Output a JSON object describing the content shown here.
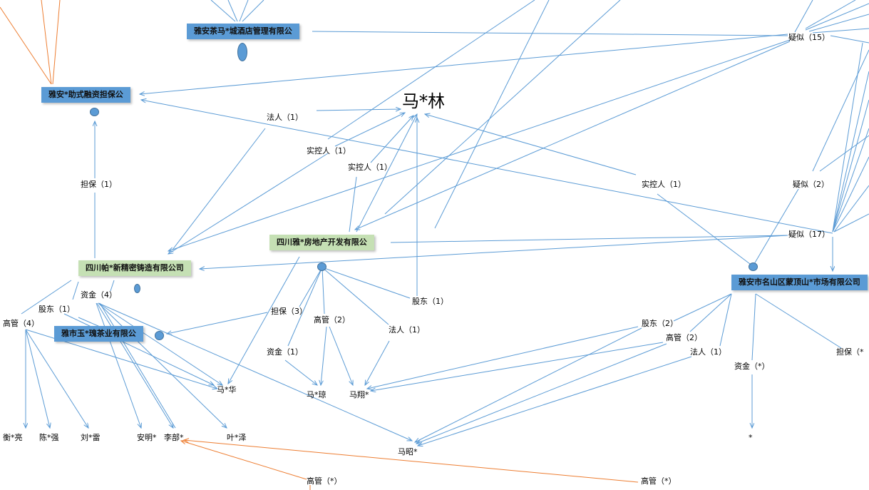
{
  "colors": {
    "edge": "#5b9bd5",
    "edge_highlight": "#ed7d31",
    "company_blue": "#5b9bd5",
    "company_green": "#c5e0b4"
  },
  "companies": [
    {
      "id": "ya-an-hotel",
      "name": "雅安茶马*城酒店管理有限公",
      "style": "blue"
    },
    {
      "id": "ya-an-guarantee",
      "name": "雅安*助式融资担保公",
      "style": "blue"
    },
    {
      "id": "sichuan-precision",
      "name": "四川帕*新精密铸造有限公司",
      "style": "green"
    },
    {
      "id": "sichuan-realestate",
      "name": "四川雅*房地产开发有限公",
      "style": "green"
    },
    {
      "id": "tea-industry",
      "name": "雅市玉*瑰茶业有限公",
      "style": "blue"
    },
    {
      "id": "mengding-market",
      "name": "雅安市名山区蒙顶山*市场有限公司",
      "style": "blue"
    }
  ],
  "central_person": "马*林",
  "relations": [
    "疑似（15）",
    "法人（1）",
    "实控人（1）",
    "实控人（1）",
    "实控人（1）",
    "担保（1）",
    "疑似（2）",
    "疑似（17）",
    "资金（4）",
    "股东（1）",
    "高管（4）",
    "担保（3）",
    "高管（2）",
    "股东（1）",
    "法人（1）",
    "资金（1）",
    "股东（2）",
    "高管（2）",
    "法人（1）",
    "资金（*）",
    "担保（*"
  ],
  "people": [
    "马*华",
    "马*琼",
    "马翔*",
    "马昭*",
    "衡*亮",
    "陈*强",
    "刘*雷",
    "安明*",
    "李部*",
    "叶*泽",
    "*"
  ],
  "bottom_relations": [
    "高管（*）",
    "高管（*）"
  ]
}
